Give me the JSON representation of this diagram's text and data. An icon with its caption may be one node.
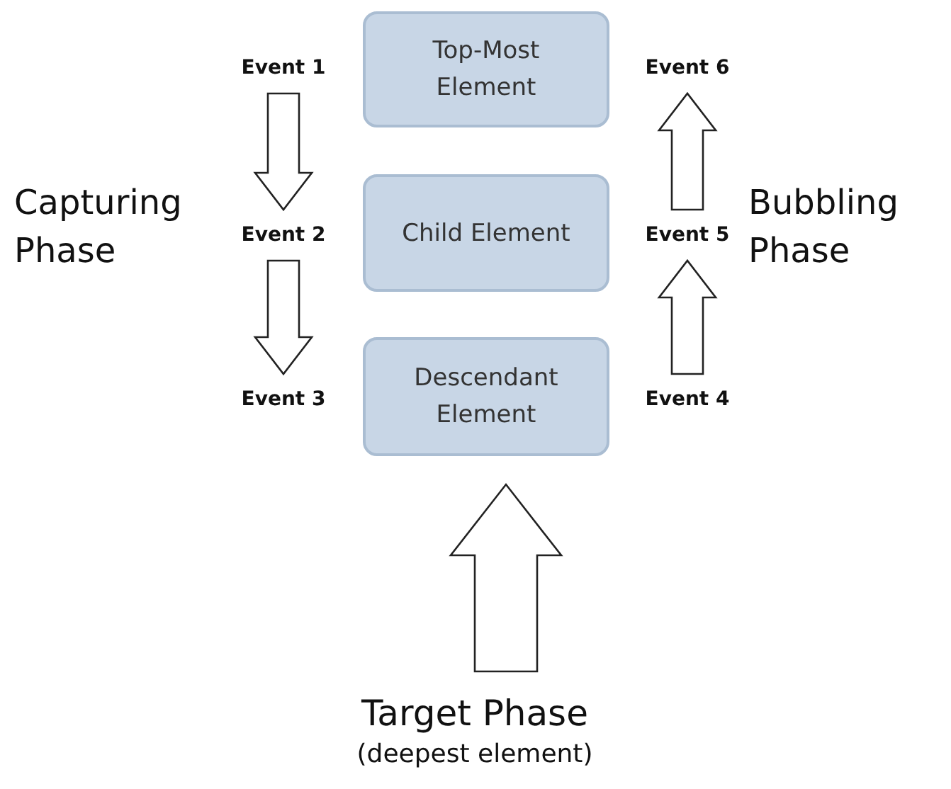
{
  "diagram": {
    "nodes": [
      {
        "text": [
          "Top-Most Element"
        ]
      },
      {
        "text": [
          "Child Element"
        ]
      },
      {
        "text": [
          "Descendant Element"
        ]
      },
      {
        "text": [
          "Event 1"
        ]
      },
      {
        "text": [
          "Event 2"
        ]
      },
      {
        "text": [
          "Event 3"
        ]
      },
      {
        "text": [
          "Event 6"
        ]
      },
      {
        "text": [
          "Event 5"
        ]
      },
      {
        "text": [
          "Event 4"
        ]
      },
      {
        "text": [
          "Target Phase",
          "(deepest element)"
        ]
      }
    ],
    "edges": [
      {
        "from": 3,
        "to": 4,
        "arrow": "to"
      },
      {
        "from": 4,
        "to": 5,
        "arrow": "to"
      },
      {
        "from": 8,
        "to": 7,
        "arrow": "to"
      },
      {
        "from": 7,
        "to": 6,
        "arrow": "to"
      },
      {
        "from": 9,
        "to": 2,
        "arrow": "to"
      }
    ],
    "labels": [
      "Capturing Phase",
      "Bubbling Phase"
    ]
  }
}
